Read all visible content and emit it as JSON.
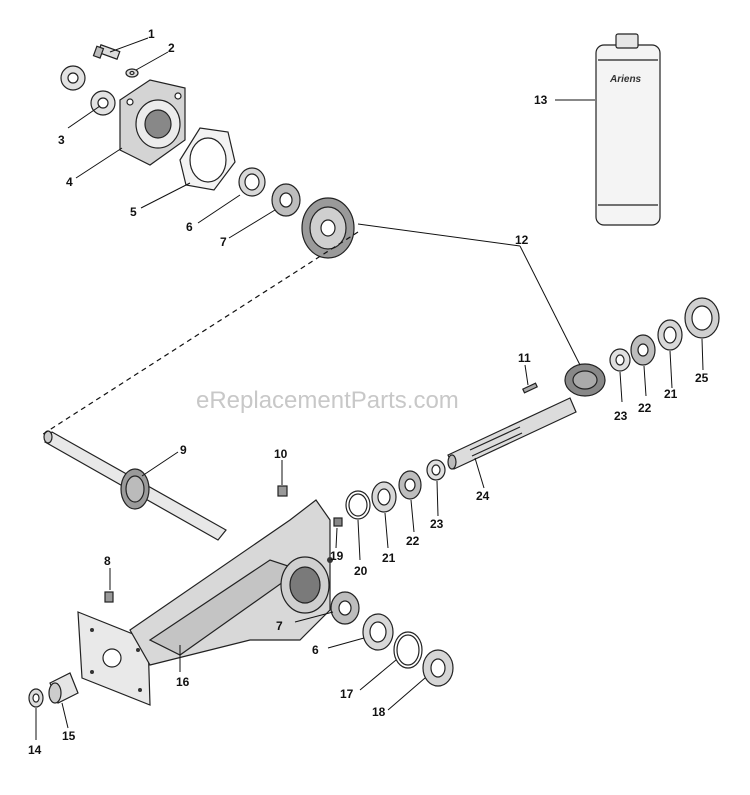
{
  "watermark": "eReplacementParts.com",
  "container_brand": "Ariens",
  "callouts": {
    "c1": "1",
    "c2": "2",
    "c3": "3",
    "c4": "4",
    "c5": "5",
    "c6a": "6",
    "c7a": "7",
    "c8": "8",
    "c9": "9",
    "c10": "10",
    "c11": "11",
    "c12": "12",
    "c13": "13",
    "c14": "14",
    "c15": "15",
    "c16": "16",
    "c17": "17",
    "c18": "18",
    "c19": "19",
    "c20": "20",
    "c21a": "21",
    "c22a": "22",
    "c23a": "23",
    "c24": "24",
    "c21b": "21",
    "c22b": "22",
    "c23b": "23",
    "c25": "25",
    "c7b": "7",
    "c6b": "6"
  }
}
